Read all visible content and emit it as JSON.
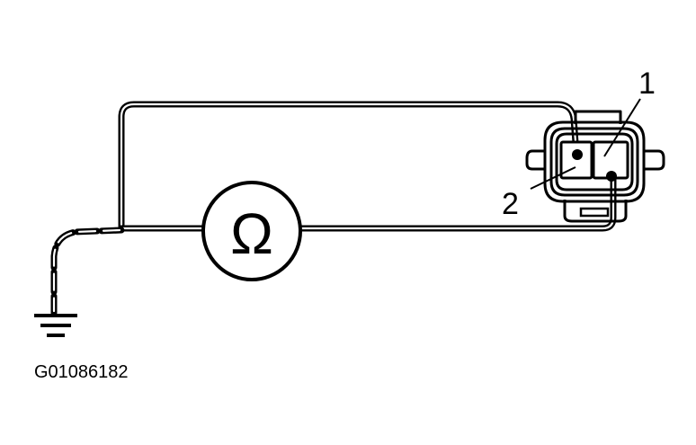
{
  "diagram": {
    "meter_symbol": "Ω",
    "callouts": {
      "one": "1",
      "two": "2"
    },
    "figure_id": "G01086182",
    "icons": [
      "ohmmeter-icon",
      "ground-icon",
      "connector-icon"
    ]
  }
}
